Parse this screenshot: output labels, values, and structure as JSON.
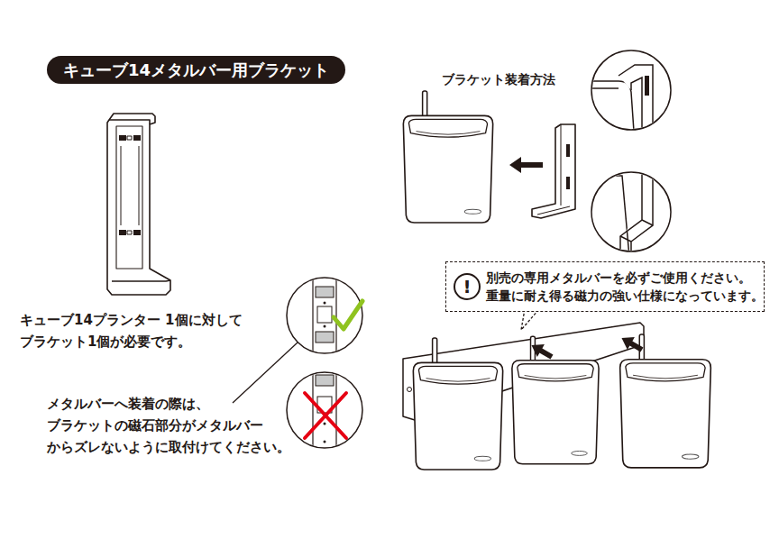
{
  "diagram": {
    "title": "キューブ14メタルバー用ブラケット",
    "nodes": [
      {
        "text": [
          "別売の専用メタルバーを必ずご使用ください。 重量に耐え得る磁力の強い仕様になっています。"
        ]
      },
      {
        "text": [
          "!"
        ],
        "in": 0
      }
    ],
    "labels": [
      "キューブ14プランター 1個に対して ブラケット1個が必要です。",
      "ブラケット装着方法",
      "メタルバーへ装着の際は、 ブラケットの磁石部分がメタルバー からズレないように取付けてください。"
    ]
  }
}
